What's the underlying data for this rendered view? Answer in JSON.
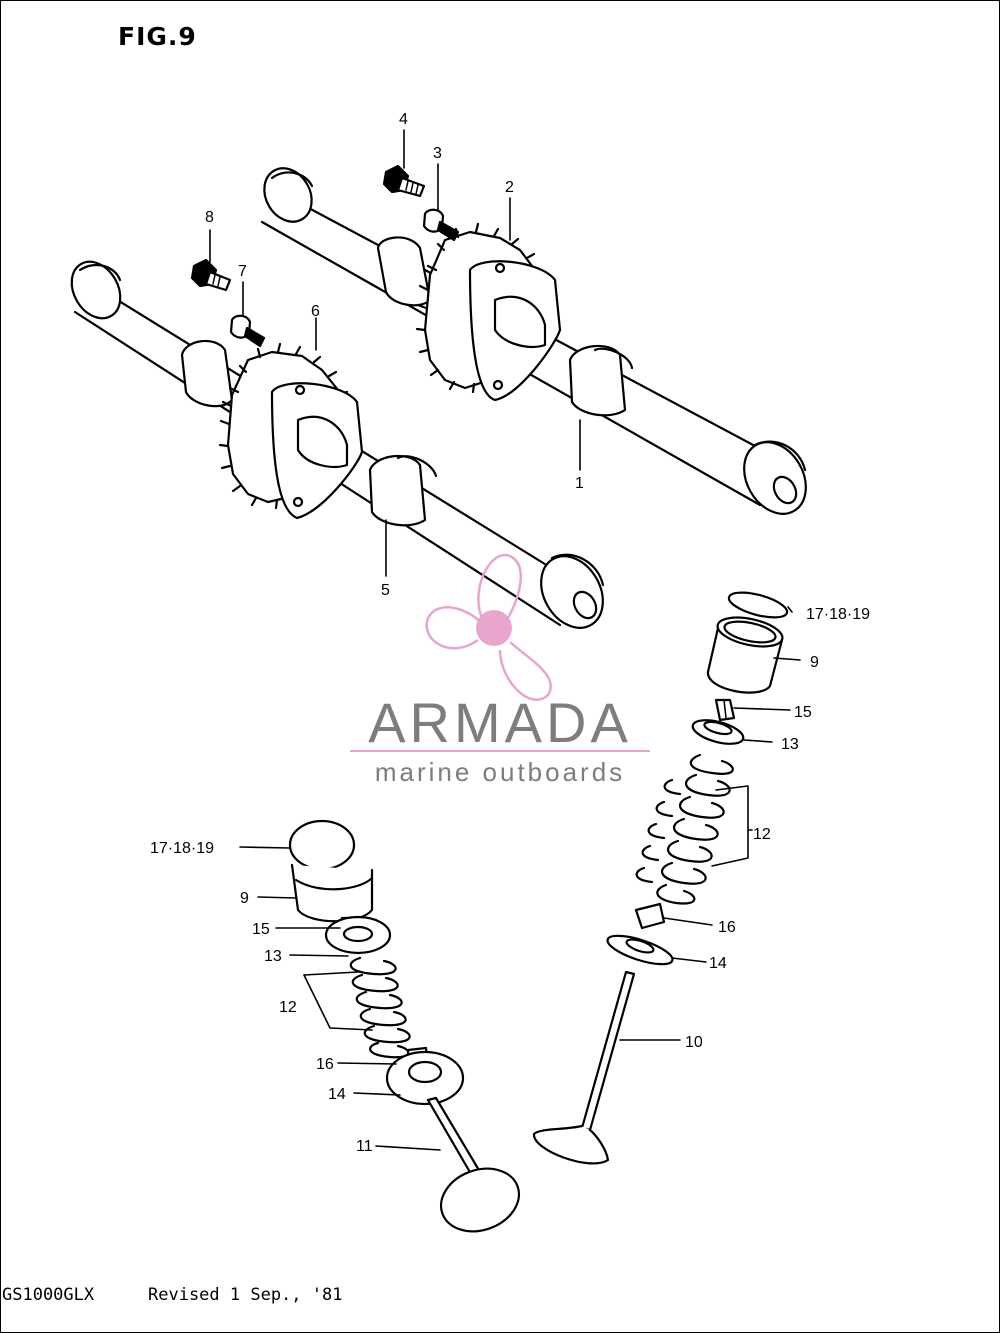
{
  "figure": {
    "title": "FIG.9"
  },
  "footer": {
    "model": "GS1000GLX",
    "revision": "Revised 1 Sep., '81"
  },
  "watermark": {
    "brand": "ARMADA",
    "tagline": "marine outboards",
    "accent_color": "#e8a6cf",
    "text_color": "#7d7d7d"
  },
  "labels": {
    "l1": "1",
    "l2": "2",
    "l3": "3",
    "l4": "4",
    "l5": "5",
    "l6": "6",
    "l7": "7",
    "l8": "8",
    "l9a": "9",
    "l9b": "9",
    "l10": "10",
    "l11": "11",
    "l12a": "12",
    "l12b": "12",
    "l13a": "13",
    "l13b": "13",
    "l14a": "14",
    "l14b": "14",
    "l15a": "15",
    "l15b": "15",
    "l16a": "16",
    "l16b": "16",
    "l171819a": "17·18·19",
    "l171819b": "17·18·19"
  }
}
